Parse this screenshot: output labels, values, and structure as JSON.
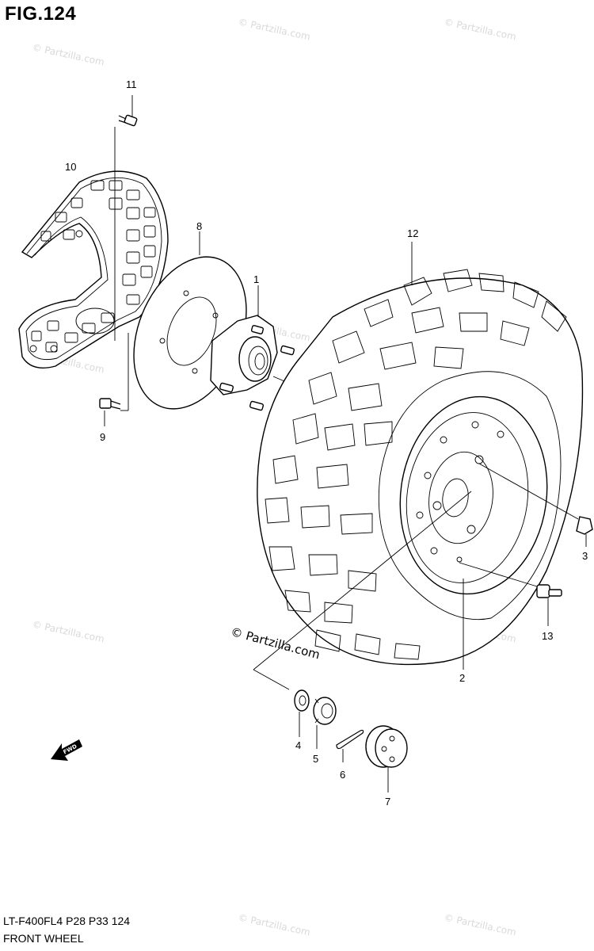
{
  "figure": {
    "title": "FIG.124",
    "model_code": "LT-F400FL4  P28  P33  124",
    "section_name": "FRONT WHEEL",
    "credit": "© Partzilla.com",
    "watermark": "© Partzilla.com",
    "fwd_label": "FWD"
  },
  "callouts": [
    {
      "id": "c1",
      "label": "1"
    },
    {
      "id": "c2",
      "label": "2"
    },
    {
      "id": "c3",
      "label": "3"
    },
    {
      "id": "c4",
      "label": "4"
    },
    {
      "id": "c5",
      "label": "5"
    },
    {
      "id": "c6",
      "label": "6"
    },
    {
      "id": "c7",
      "label": "7"
    },
    {
      "id": "c8",
      "label": "8"
    },
    {
      "id": "c9",
      "label": "9"
    },
    {
      "id": "c10",
      "label": "10"
    },
    {
      "id": "c11",
      "label": "11"
    },
    {
      "id": "c12",
      "label": "12"
    },
    {
      "id": "c13",
      "label": "13"
    }
  ]
}
